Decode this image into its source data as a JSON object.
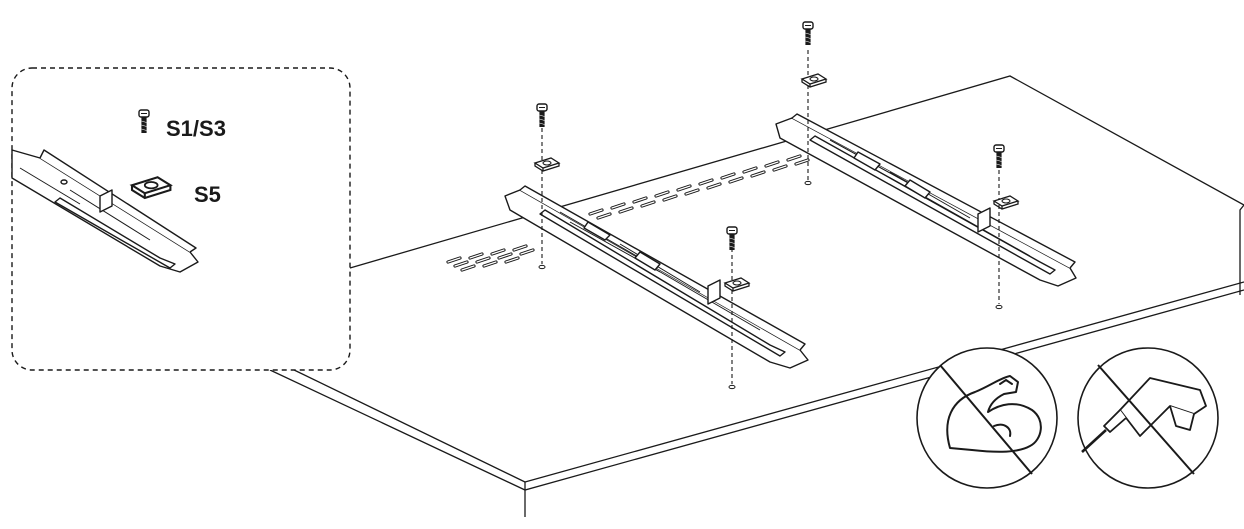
{
  "callout": {
    "screw_label": "S1/S3",
    "washer_label": "S5"
  },
  "parts": {
    "screw": "S1/S3",
    "washer": "S5"
  },
  "prohibitions": [
    {
      "icon": "no-excessive-force-icon"
    },
    {
      "icon": "no-power-drill-icon"
    }
  ],
  "colors": {
    "line": "#1a1a1a",
    "background": "#ffffff"
  }
}
